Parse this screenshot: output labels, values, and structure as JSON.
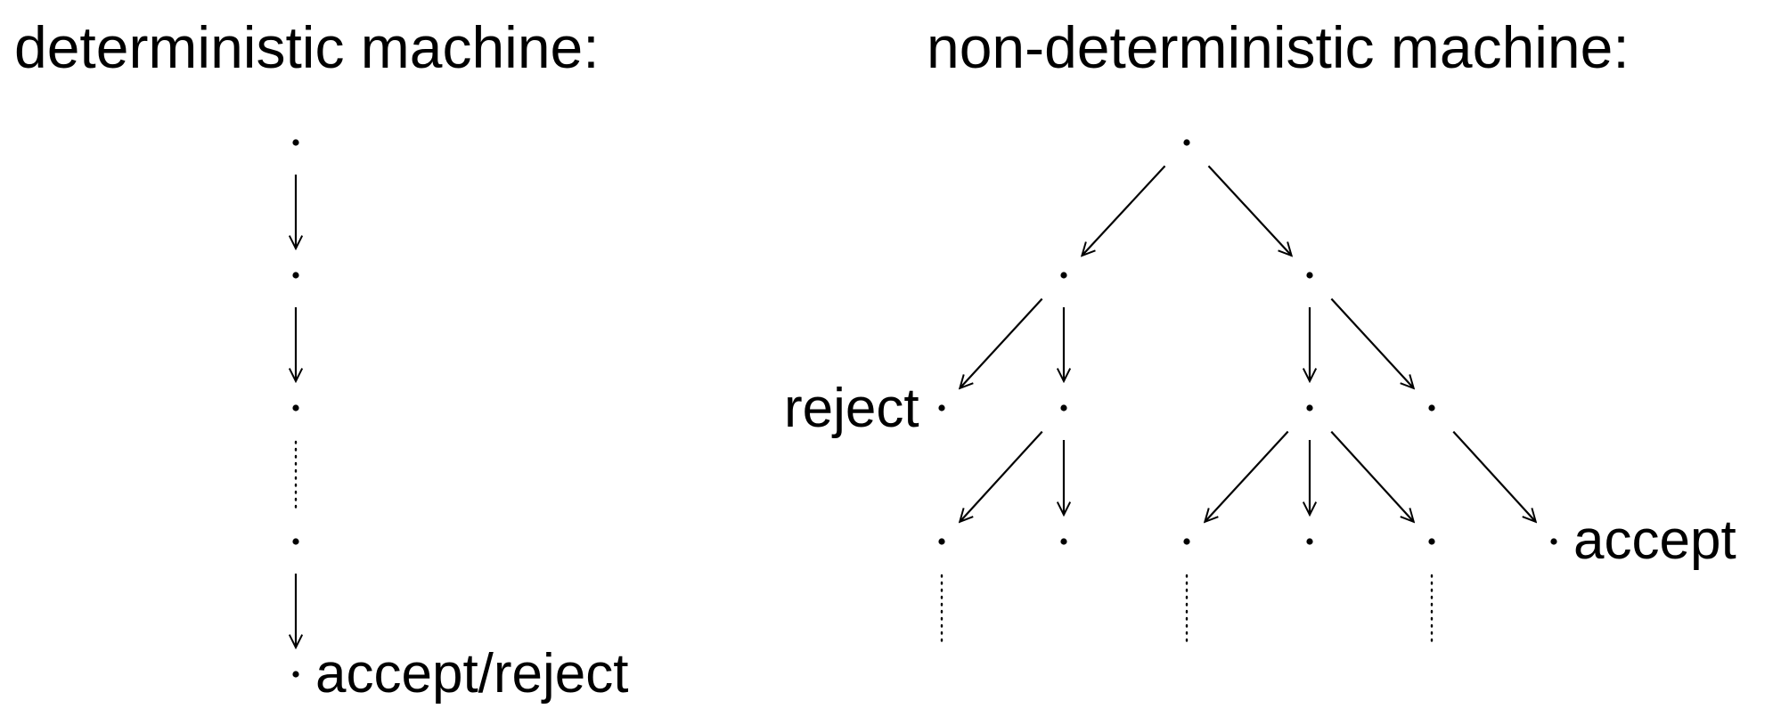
{
  "titles": {
    "deterministic": "deterministic machine:",
    "nondeterministic": "non-deterministic machine:"
  },
  "labels": {
    "det_end": "accept/reject",
    "nd_reject": "reject",
    "nd_accept": "accept"
  },
  "deterministic_tree": {
    "nodes": [
      {
        "id": "d0",
        "row": 0
      },
      {
        "id": "d1",
        "row": 1
      },
      {
        "id": "d2",
        "row": 2
      },
      {
        "id": "d3",
        "row": 3
      },
      {
        "id": "d4",
        "row": 4
      }
    ],
    "edges": [
      {
        "from": "d0",
        "to": "d1",
        "kind": "arrow"
      },
      {
        "from": "d1",
        "to": "d2",
        "kind": "arrow"
      },
      {
        "from": "d2",
        "to": "d3",
        "kind": "ellipsis"
      },
      {
        "from": "d3",
        "to": "d4",
        "kind": "arrow"
      }
    ]
  },
  "nondeterministic_tree": {
    "nodes": [
      {
        "id": "n0"
      },
      {
        "id": "n1a"
      },
      {
        "id": "n1b"
      },
      {
        "id": "n2a",
        "outcome": "reject"
      },
      {
        "id": "n2b"
      },
      {
        "id": "n2c"
      },
      {
        "id": "n2d"
      },
      {
        "id": "n3a"
      },
      {
        "id": "n3b"
      },
      {
        "id": "n3c"
      },
      {
        "id": "n3d"
      },
      {
        "id": "n3e"
      },
      {
        "id": "n3f",
        "outcome": "accept"
      }
    ],
    "edges": [
      {
        "from": "n0",
        "to": "n1a"
      },
      {
        "from": "n0",
        "to": "n1b"
      },
      {
        "from": "n1a",
        "to": "n2a"
      },
      {
        "from": "n1a",
        "to": "n2b"
      },
      {
        "from": "n1b",
        "to": "n2c"
      },
      {
        "from": "n1b",
        "to": "n2d"
      },
      {
        "from": "n2b",
        "to": "n3a"
      },
      {
        "from": "n2b",
        "to": "n3b"
      },
      {
        "from": "n2c",
        "to": "n3c"
      },
      {
        "from": "n2c",
        "to": "n3d"
      },
      {
        "from": "n2c",
        "to": "n3e"
      },
      {
        "from": "n2d",
        "to": "n3f"
      }
    ],
    "continuations": [
      "n3a",
      "n3c",
      "n3e"
    ]
  }
}
